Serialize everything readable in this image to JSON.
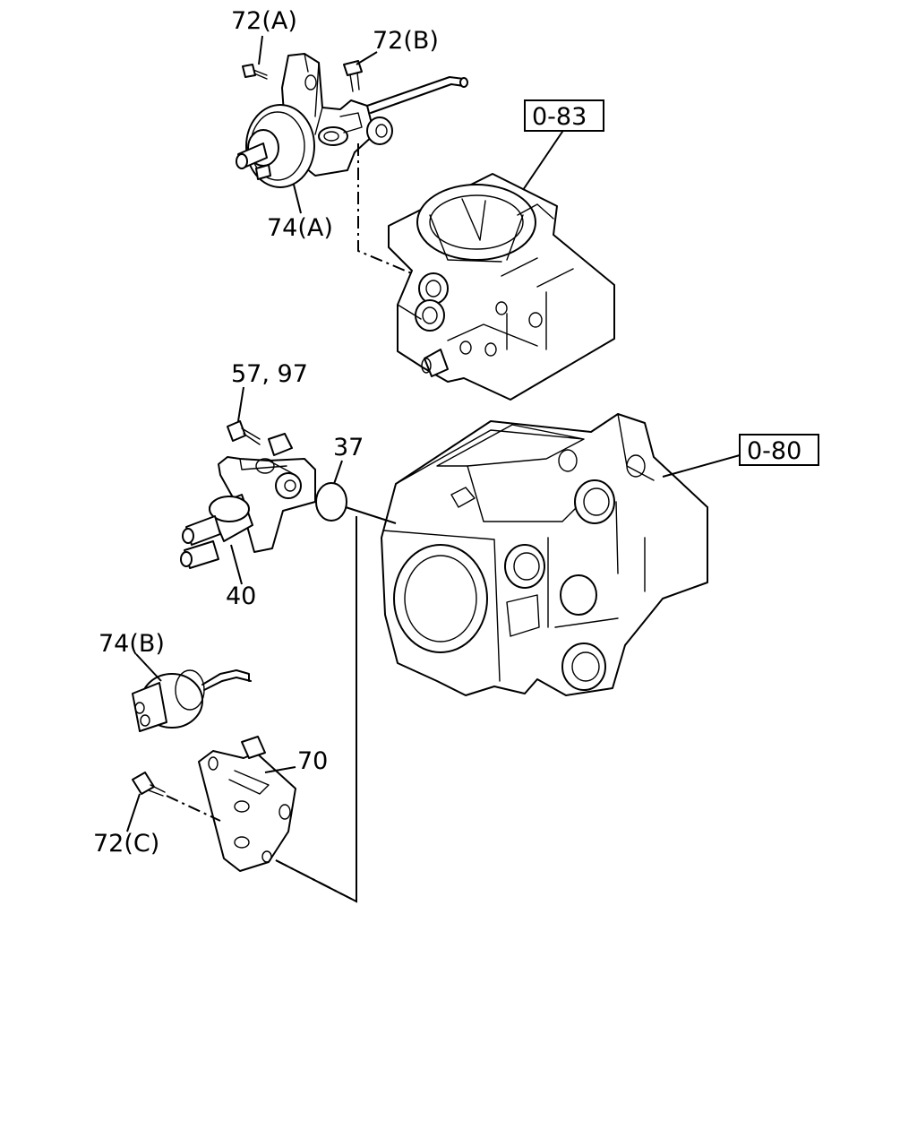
{
  "callouts": {
    "c72a": "72(A)",
    "c72b": "72(B)",
    "c74a": "74(A)",
    "c5797": "57, 97",
    "c37": "37",
    "c40": "40",
    "c74b": "74(B)",
    "c70": "70",
    "c72c": "72(C)"
  },
  "references": {
    "ref083": "0-83",
    "ref080": "0-80"
  }
}
